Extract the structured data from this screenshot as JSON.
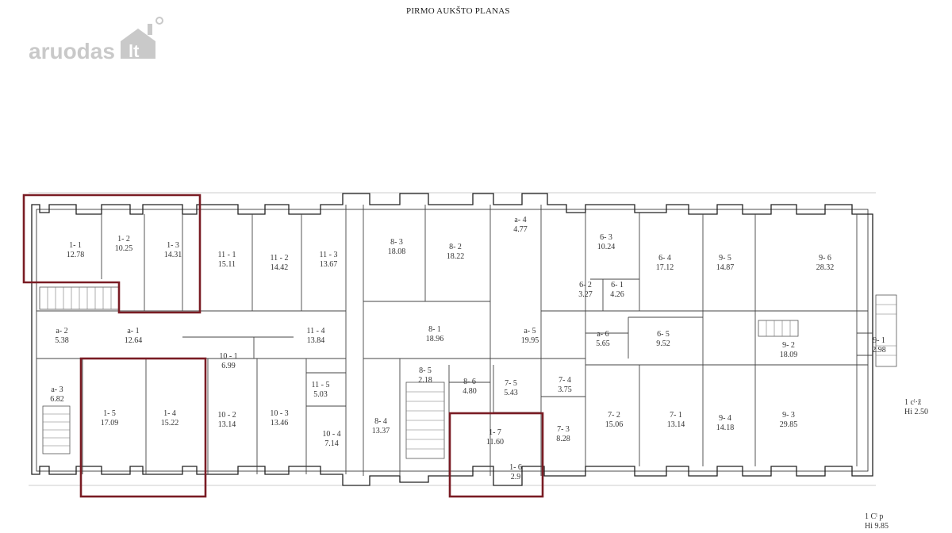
{
  "title": "PIRMO AUKŠTO PLANAS",
  "logo": {
    "text": "aruodas",
    "suffix": "lt",
    "icon": "house-icon"
  },
  "colors": {
    "highlight": "#7a1c24",
    "wall": "#222222",
    "logo": "#c9c9c9"
  },
  "rooms": [
    {
      "id": "1- 1",
      "area": "12.78"
    },
    {
      "id": "1- 2",
      "area": "10.25"
    },
    {
      "id": "1- 3",
      "area": "14.31"
    },
    {
      "id": "11 - 1",
      "area": "15.11"
    },
    {
      "id": "11 - 2",
      "area": "14.42"
    },
    {
      "id": "11 - 3",
      "area": "13.67"
    },
    {
      "id": "8- 3",
      "area": "18.08"
    },
    {
      "id": "8- 2",
      "area": "18.22"
    },
    {
      "id": "a- 4",
      "area": "4.77"
    },
    {
      "id": "6- 3",
      "area": "10.24"
    },
    {
      "id": "6- 4",
      "area": "17.12"
    },
    {
      "id": "9- 5",
      "area": "14.87"
    },
    {
      "id": "9- 6",
      "area": "28.32"
    },
    {
      "id": "6- 2",
      "area": "3.27"
    },
    {
      "id": "6- 1",
      "area": "4.26"
    },
    {
      "id": "a- 2",
      "area": "5.38"
    },
    {
      "id": "a- 1",
      "area": "12.64"
    },
    {
      "id": "10 - 1",
      "area": "6.99"
    },
    {
      "id": "11 - 4",
      "area": "13.84"
    },
    {
      "id": "8- 1",
      "area": "18.96"
    },
    {
      "id": "a- 5",
      "area": "19.95"
    },
    {
      "id": "a- 6",
      "area": "5.65"
    },
    {
      "id": "6- 5",
      "area": "9.52"
    },
    {
      "id": "9- 2",
      "area": "18.09"
    },
    {
      "id": "9- 1",
      "area": "2.98"
    },
    {
      "id": "a- 3",
      "area": "6.82"
    },
    {
      "id": "1- 5",
      "area": "17.09"
    },
    {
      "id": "1- 4",
      "area": "15.22"
    },
    {
      "id": "10 - 2",
      "area": "13.14"
    },
    {
      "id": "10 - 3",
      "area": "13.46"
    },
    {
      "id": "11 - 5",
      "area": "5.03"
    },
    {
      "id": "10 - 4",
      "area": "7.14"
    },
    {
      "id": "8- 4",
      "area": "13.37"
    },
    {
      "id": "8- 5",
      "area": "2.18"
    },
    {
      "id": "8- 6",
      "area": "4.80"
    },
    {
      "id": "7- 5",
      "area": "5.43"
    },
    {
      "id": "7- 4",
      "area": "3.75"
    },
    {
      "id": "1- 7",
      "area": "11.60"
    },
    {
      "id": "1- 6",
      "area": "2.9"
    },
    {
      "id": "7- 3",
      "area": "8.28"
    },
    {
      "id": "7- 2",
      "area": "15.06"
    },
    {
      "id": "7- 1",
      "area": "13.14"
    },
    {
      "id": "9- 4",
      "area": "14.18"
    },
    {
      "id": "9- 3",
      "area": "29.85"
    }
  ],
  "notes": [
    {
      "line1": "1 cˡ·ž",
      "line2": "Hi 2.50"
    },
    {
      "line1": "1 Cˡ p",
      "line2": "Hi 9.85"
    }
  ]
}
